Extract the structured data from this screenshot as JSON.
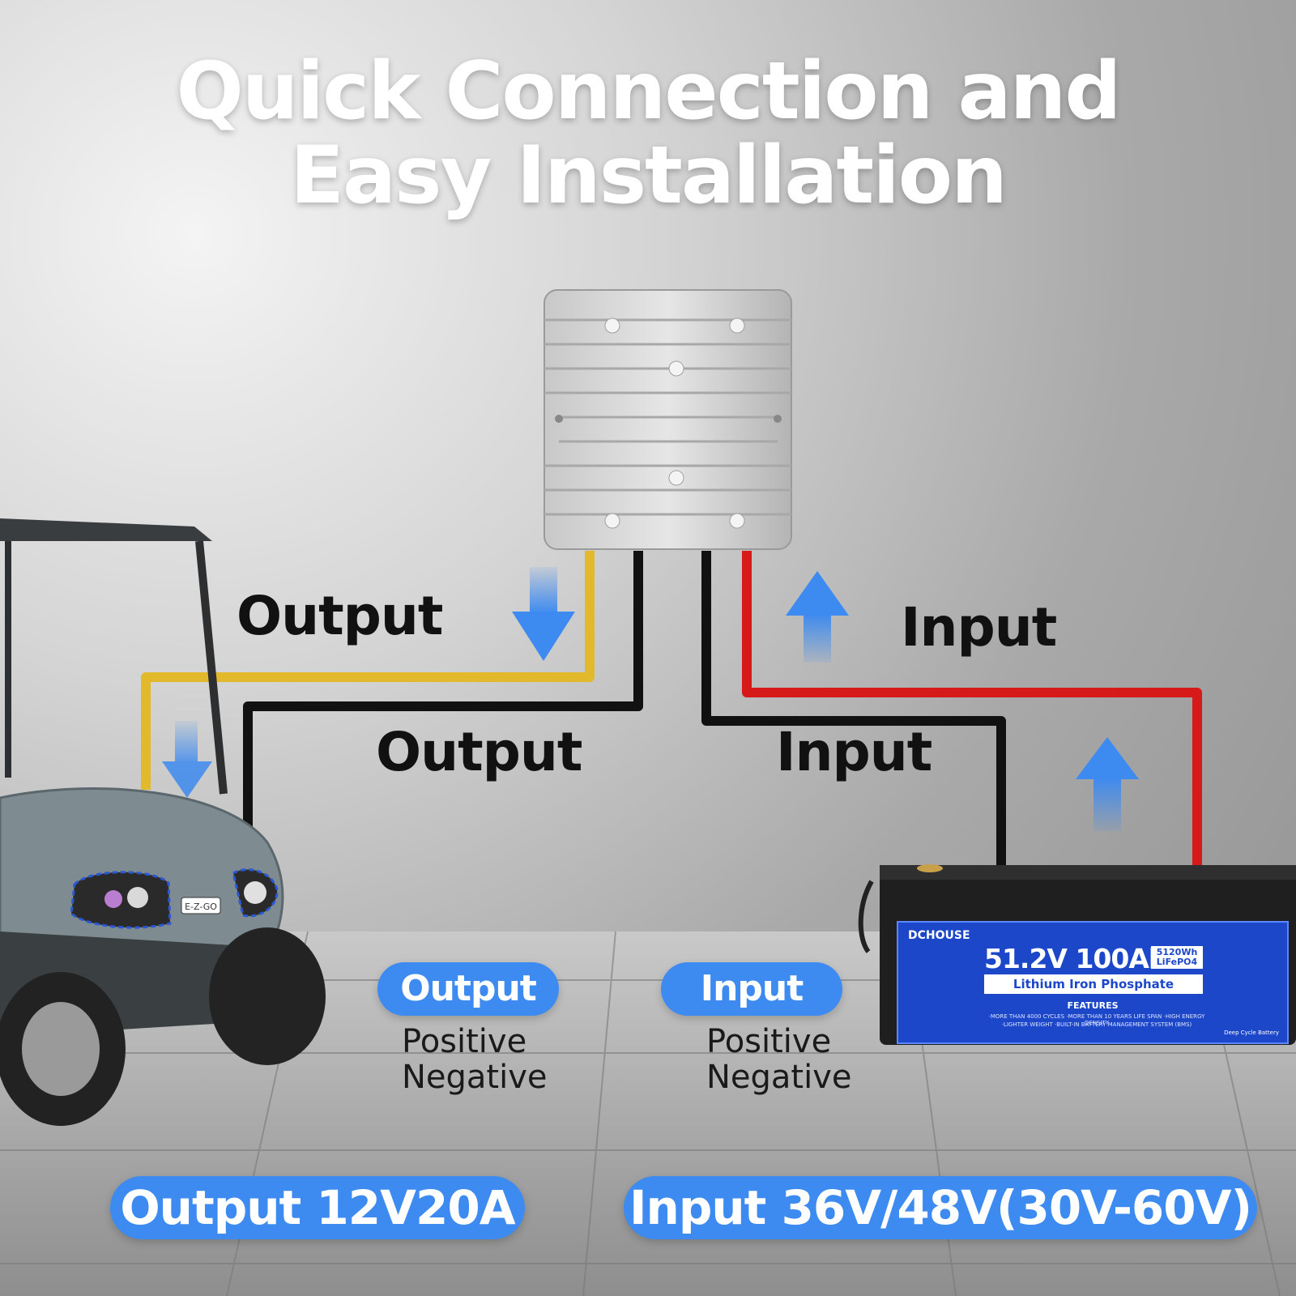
{
  "headline": {
    "line1": "Quick Connection and",
    "line2": "Easy Installation"
  },
  "wire_labels": {
    "output_positive": "Output",
    "output_negative": "Output",
    "input_positive": "Input",
    "input_negative": "Input"
  },
  "legend": {
    "output": {
      "title": "Output",
      "line1": "Positive",
      "line2": "Negative"
    },
    "input": {
      "title": "Input",
      "line1": "Positive",
      "line2": "Negative"
    }
  },
  "specs": {
    "output": "Output 12V20A",
    "input": "Input 36V/48V(30V-60V)"
  },
  "battery": {
    "brand": "DCHOUSE",
    "main": "51.2V 100Ah",
    "badge_line1": "5120Wh",
    "badge_line2": "LiFePO4",
    "chemistry": "Lithium Iron Phosphate",
    "features_title": "FEATURES",
    "features_line1": "·MORE THAN 4000 CYCLES    ·MORE THAN 10 YEARS LIFE SPAN    ·HIGH ENERGY DENSITY",
    "features_line2": "·LIGHTER WEIGHT    ·BUILT-IN BATTERY MANAGEMENT SYSTEM (BMS)",
    "footer": "Deep Cycle Battery"
  },
  "cart_badge": "E-Z-GO",
  "colors": {
    "accent_blue": "#3d8af0",
    "wire_yellow": "#e2b92a",
    "wire_black": "#111111",
    "wire_red": "#d61a1a",
    "battery_blue": "#1d47c9"
  },
  "icons": [
    "arrow-down-icon",
    "arrow-up-icon"
  ]
}
